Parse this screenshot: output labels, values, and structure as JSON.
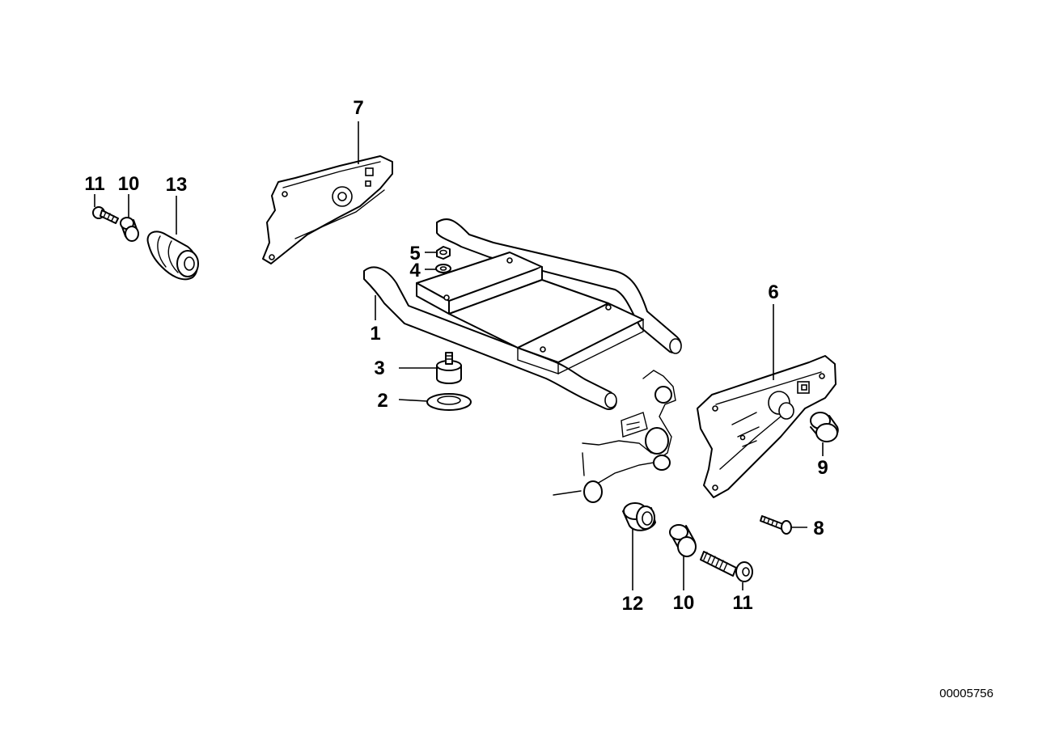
{
  "diagram": {
    "callouts": {
      "c1": "1",
      "c2": "2",
      "c3": "3",
      "c4": "4",
      "c5": "5",
      "c6": "6",
      "c7": "7",
      "c8": "8",
      "c9": "9",
      "c10a": "10",
      "c10b": "10",
      "c11a": "11",
      "c11b": "11",
      "c12": "12",
      "c13": "13"
    },
    "image_code": "00005756"
  }
}
